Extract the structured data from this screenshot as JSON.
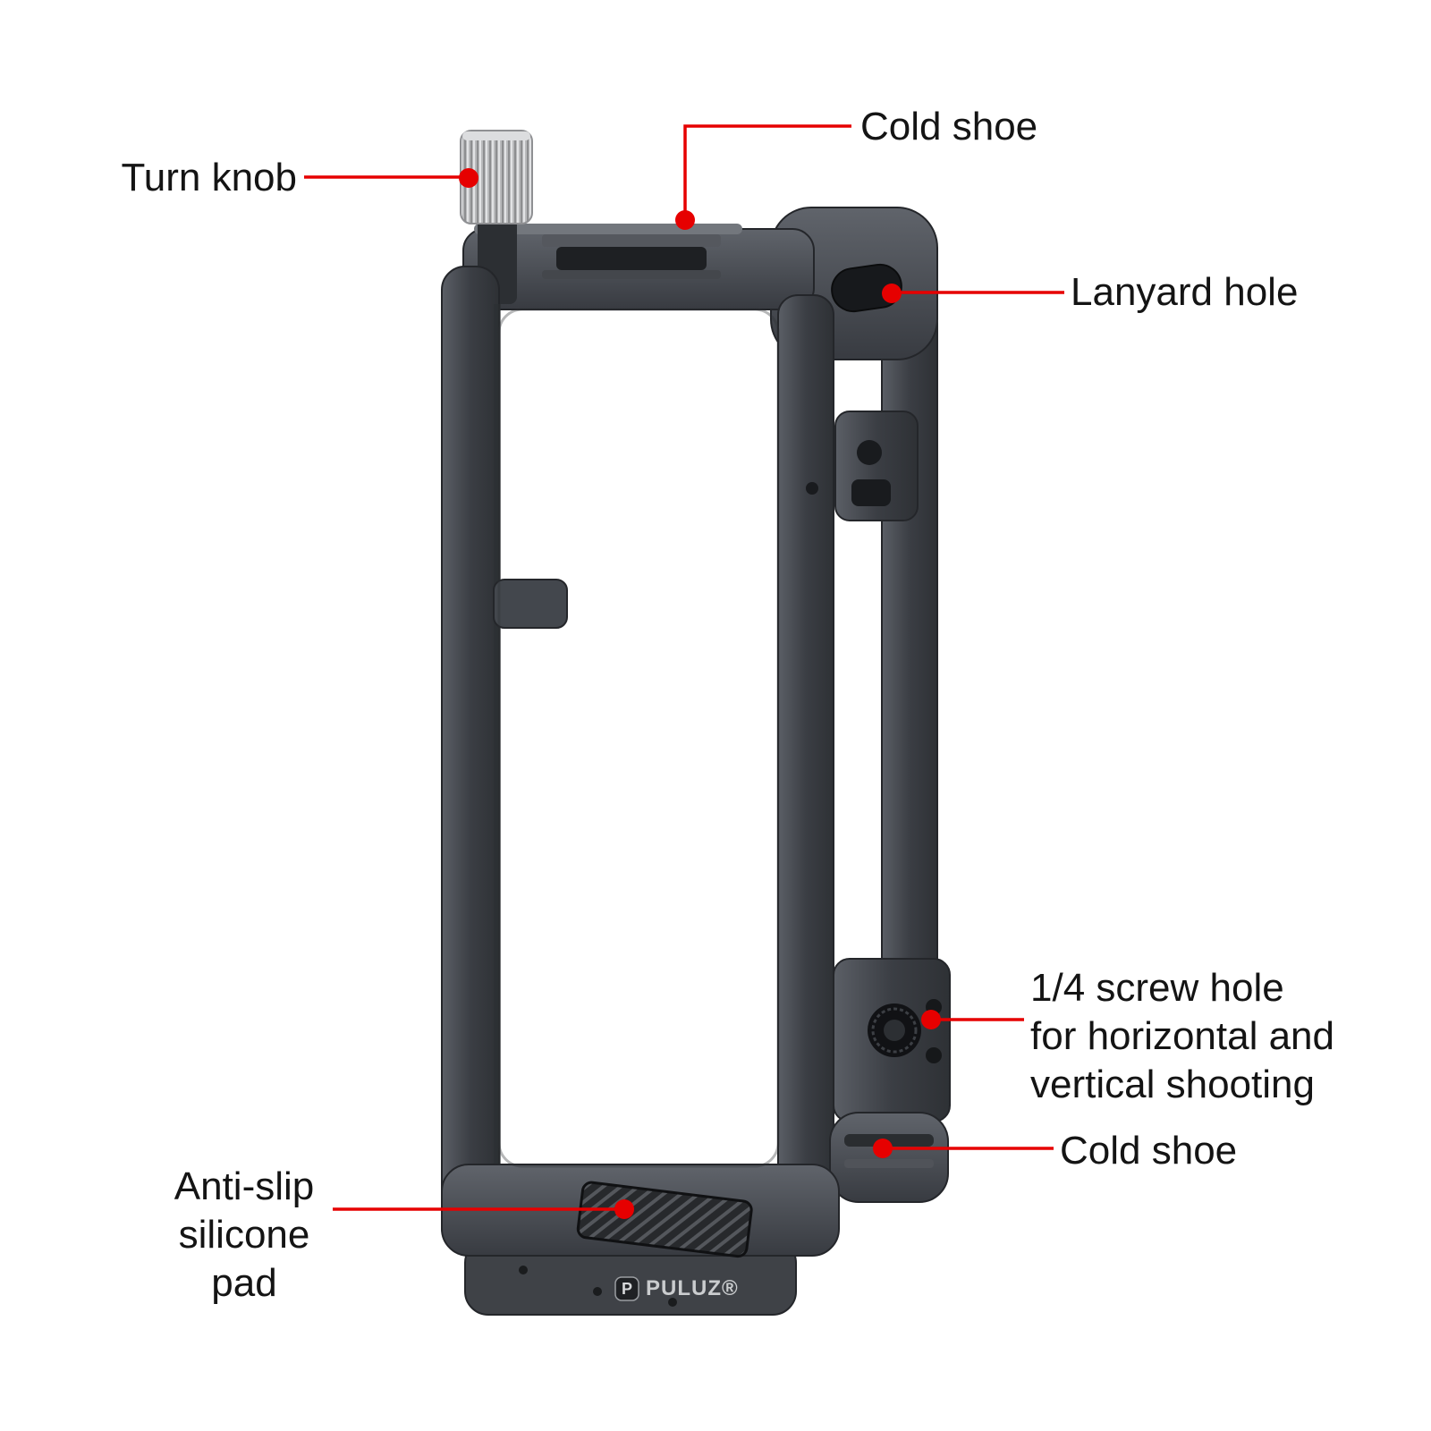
{
  "colors": {
    "background": "#ffffff",
    "callout_red": "#e60000",
    "label_text": "#141414",
    "cage_dark": "#33363b",
    "cage_mid": "#4b4f55",
    "cage_light": "#8a8e94",
    "knob_silver": "#c7c7c7"
  },
  "callouts": {
    "turn_knob": {
      "label": "Turn knob"
    },
    "cold_shoe_top": {
      "label": "Cold shoe"
    },
    "lanyard_hole": {
      "label": "Lanyard hole"
    },
    "quarter_screw": {
      "lines": [
        "1/4 screw hole",
        "for horizontal and",
        "vertical shooting"
      ]
    },
    "cold_shoe_bottom": {
      "label": "Cold shoe"
    },
    "anti_slip": {
      "lines": [
        "Anti-slip",
        "silicone pad"
      ]
    }
  },
  "product": {
    "brand": "PULUZ®",
    "logo_letter": "P"
  }
}
